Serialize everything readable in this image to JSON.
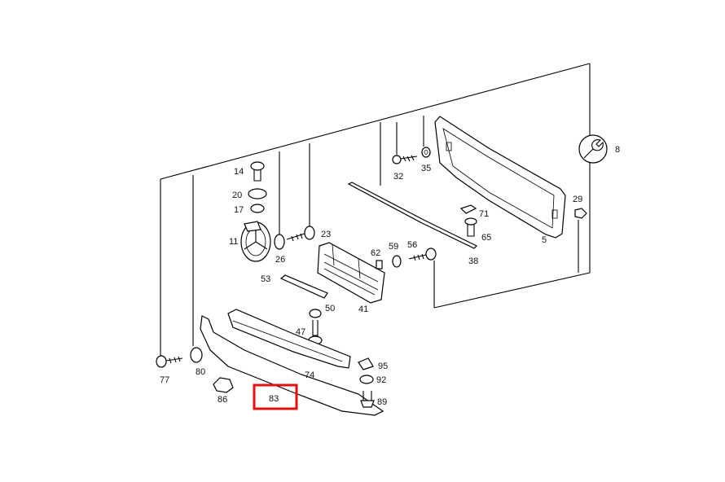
{
  "callouts": [
    {
      "id": "p8",
      "text": "8"
    },
    {
      "id": "p14",
      "text": "14"
    },
    {
      "id": "p20",
      "text": "20"
    },
    {
      "id": "p17",
      "text": "17"
    },
    {
      "id": "p11",
      "text": "11"
    },
    {
      "id": "p26",
      "text": "26"
    },
    {
      "id": "p23",
      "text": "23"
    },
    {
      "id": "p32",
      "text": "32"
    },
    {
      "id": "p35",
      "text": "35"
    },
    {
      "id": "p29",
      "text": "29"
    },
    {
      "id": "p71",
      "text": "71"
    },
    {
      "id": "p65",
      "text": "65"
    },
    {
      "id": "p5",
      "text": "5"
    },
    {
      "id": "p38",
      "text": "38"
    },
    {
      "id": "p62",
      "text": "62"
    },
    {
      "id": "p59",
      "text": "59"
    },
    {
      "id": "p56",
      "text": "56"
    },
    {
      "id": "p53",
      "text": "53"
    },
    {
      "id": "p41",
      "text": "41"
    },
    {
      "id": "p50",
      "text": "50"
    },
    {
      "id": "p47",
      "text": "47"
    },
    {
      "id": "p74",
      "text": "74"
    },
    {
      "id": "p95",
      "text": "95"
    },
    {
      "id": "p92",
      "text": "92"
    },
    {
      "id": "p89",
      "text": "89"
    },
    {
      "id": "p77",
      "text": "77"
    },
    {
      "id": "p80",
      "text": "80"
    },
    {
      "id": "p86",
      "text": "86"
    },
    {
      "id": "p83",
      "text": "83"
    }
  ],
  "highlight": {
    "target": "83",
    "color": "#e01010"
  }
}
